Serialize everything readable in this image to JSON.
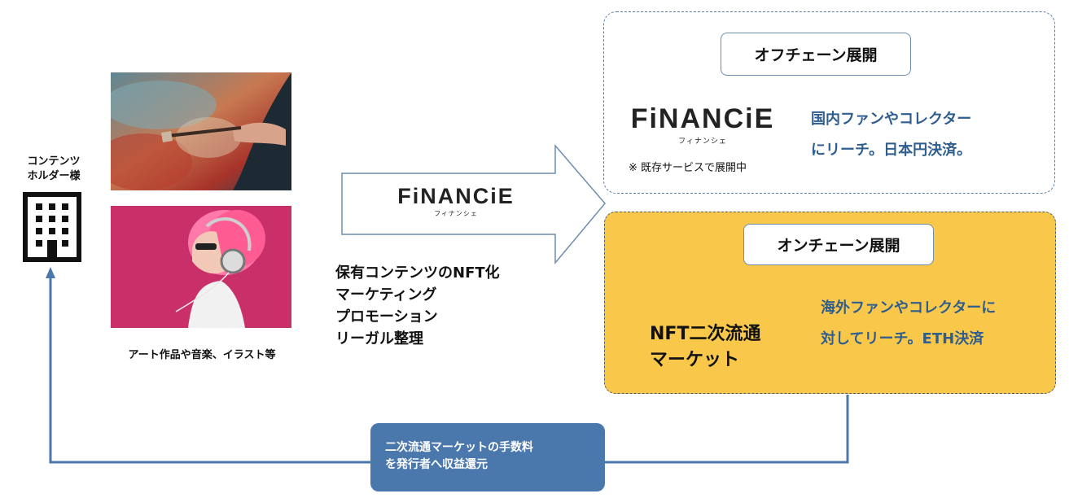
{
  "content_holder": {
    "label_line1": "コンテンツ",
    "label_line2": "ホルダー様"
  },
  "content_examples": {
    "caption": "アート作品や音楽、イラスト等"
  },
  "financie_logo": {
    "wordmark": "FiNANCiE",
    "kana": "フィナンシェ"
  },
  "services": [
    "保有コンテンツのNFT化",
    "マーケティング",
    "プロモーション",
    "リーガル整理"
  ],
  "offchain": {
    "heading": "オフチェーン展開",
    "note": "※ 既存サービスで展開中",
    "desc_line1": "国内ファンやコレクター",
    "desc_line2": "にリーチ。日本円決済。"
  },
  "onchain": {
    "heading": "オンチェーン展開",
    "market_line1": "NFT二次流通",
    "market_line2": "マーケット",
    "desc_line1": "海外ファンやコレクターに",
    "desc_line2": "対してリーチ。ETH決済"
  },
  "fee_return": {
    "line1": "二次流通マーケットの手数料",
    "line2": "を発行者へ収益還元"
  },
  "colors": {
    "onchain_fill": "#f9c84a",
    "accent_blue": "#2e5d8f",
    "fee_box": "#4a78ad",
    "loop_line": "#4a78ad"
  }
}
